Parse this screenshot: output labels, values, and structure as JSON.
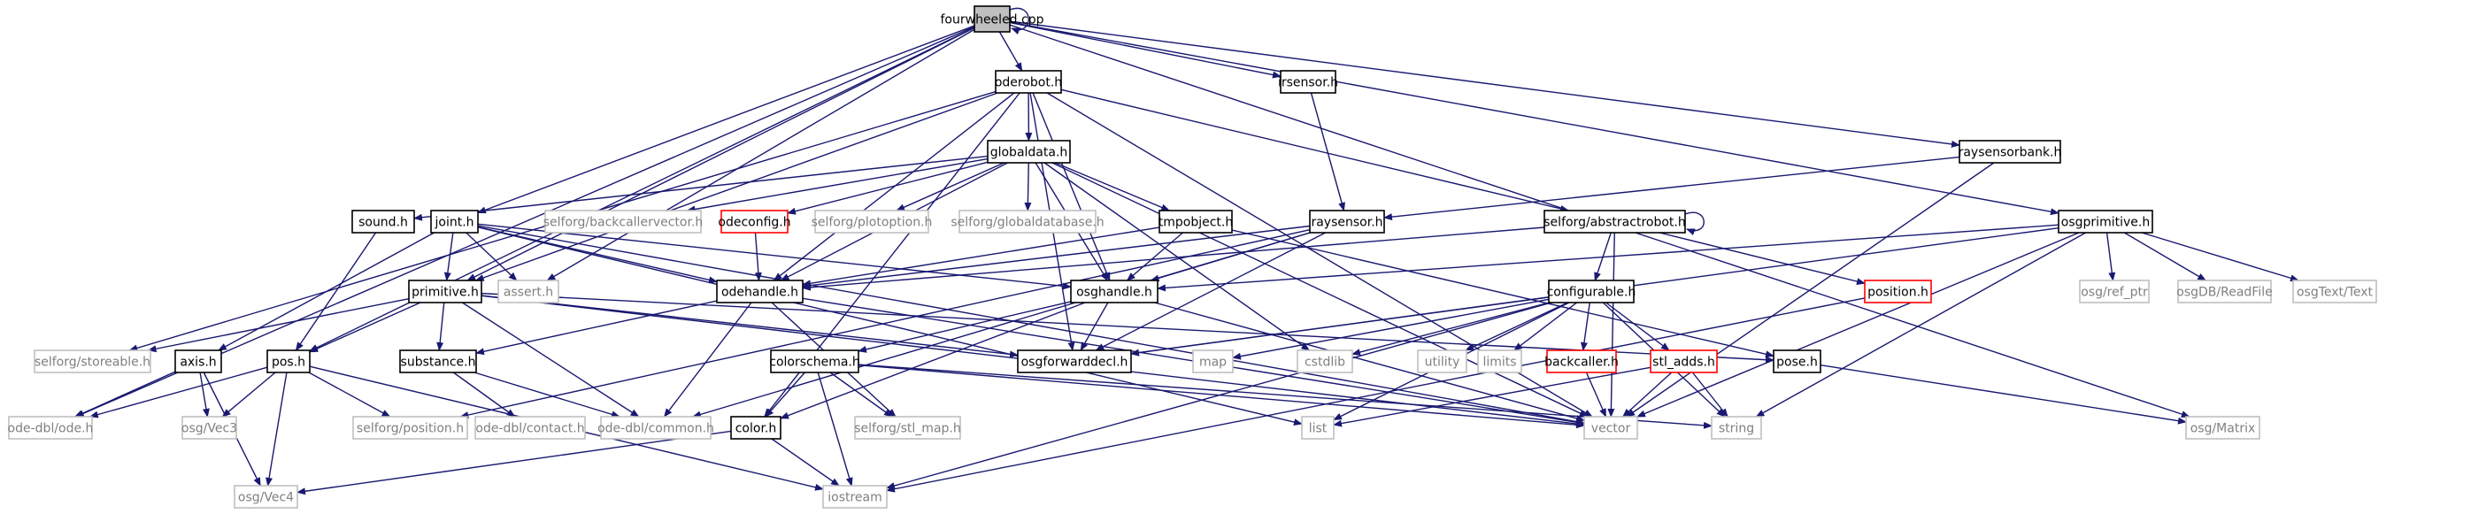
{
  "title": "fourwheeled.cpp",
  "colors": {
    "edge": "#191970",
    "root_fill": "#bfbfbf",
    "root_border": "#000000",
    "normal_border": "#000000",
    "external_border": "#bfbfbf",
    "external_text": "#7f7f7f",
    "missing_border": "#ff0000"
  },
  "nodes": [
    {
      "id": "fourwheeled",
      "label": "fourwheeled.cpp",
      "kind": "root"
    },
    {
      "id": "oderobot",
      "label": "oderobot.h",
      "kind": "normal"
    },
    {
      "id": "irsensor",
      "label": "irsensor.h",
      "kind": "normal"
    },
    {
      "id": "raysensorbank",
      "label": "raysensorbank.h",
      "kind": "normal"
    },
    {
      "id": "osgprimitive",
      "label": "osgprimitive.h",
      "kind": "normal"
    },
    {
      "id": "globaldata",
      "label": "globaldata.h",
      "kind": "normal"
    },
    {
      "id": "sound",
      "label": "sound.h",
      "kind": "normal"
    },
    {
      "id": "joint",
      "label": "joint.h",
      "kind": "normal"
    },
    {
      "id": "backcallervector",
      "label": "selforg/backcallervector.h",
      "kind": "external"
    },
    {
      "id": "odeconfig",
      "label": "odeconfig.h",
      "kind": "missing"
    },
    {
      "id": "plotoption",
      "label": "selforg/plotoption.h",
      "kind": "external"
    },
    {
      "id": "globaldatabase",
      "label": "selforg/globaldatabase.h",
      "kind": "external"
    },
    {
      "id": "tmpobject",
      "label": "tmpobject.h",
      "kind": "normal"
    },
    {
      "id": "raysensor",
      "label": "raysensor.h",
      "kind": "normal"
    },
    {
      "id": "abstractrobot",
      "label": "selforg/abstractrobot.h",
      "kind": "normal"
    },
    {
      "id": "position",
      "label": "position.h",
      "kind": "missing"
    },
    {
      "id": "ref_ptr",
      "label": "osg/ref_ptr",
      "kind": "external"
    },
    {
      "id": "readfile",
      "label": "osgDB/ReadFile",
      "kind": "external"
    },
    {
      "id": "osgtext",
      "label": "osgText/Text",
      "kind": "external"
    },
    {
      "id": "primitive",
      "label": "primitive.h",
      "kind": "normal"
    },
    {
      "id": "assert",
      "label": "assert.h",
      "kind": "external"
    },
    {
      "id": "odehandle",
      "label": "odehandle.h",
      "kind": "normal"
    },
    {
      "id": "osghandle",
      "label": "osghandle.h",
      "kind": "normal"
    },
    {
      "id": "configurable",
      "label": "configurable.h",
      "kind": "normal"
    },
    {
      "id": "storeable",
      "label": "selforg/storeable.h",
      "kind": "external"
    },
    {
      "id": "axis",
      "label": "axis.h",
      "kind": "normal"
    },
    {
      "id": "pos",
      "label": "pos.h",
      "kind": "normal"
    },
    {
      "id": "substance",
      "label": "substance.h",
      "kind": "normal"
    },
    {
      "id": "osgforwarddecl",
      "label": "osgforwarddecl.h",
      "kind": "normal"
    },
    {
      "id": "colorschema",
      "label": "colorschema.h",
      "kind": "normal"
    },
    {
      "id": "map",
      "label": "map",
      "kind": "external"
    },
    {
      "id": "cstdlib",
      "label": "cstdlib",
      "kind": "external"
    },
    {
      "id": "utility",
      "label": "utility",
      "kind": "external"
    },
    {
      "id": "limits",
      "label": "limits",
      "kind": "external"
    },
    {
      "id": "backcaller",
      "label": "backcaller.h",
      "kind": "missing"
    },
    {
      "id": "stl_adds",
      "label": "stl_adds.h",
      "kind": "missing"
    },
    {
      "id": "pose",
      "label": "pose.h",
      "kind": "normal"
    },
    {
      "id": "odeh",
      "label": "ode-dbl/ode.h",
      "kind": "external"
    },
    {
      "id": "vec3",
      "label": "osg/Vec3",
      "kind": "external"
    },
    {
      "id": "selfposition",
      "label": "selforg/position.h",
      "kind": "external"
    },
    {
      "id": "contact",
      "label": "ode-dbl/contact.h",
      "kind": "external"
    },
    {
      "id": "common",
      "label": "ode-dbl/common.h",
      "kind": "external"
    },
    {
      "id": "color",
      "label": "color.h",
      "kind": "normal"
    },
    {
      "id": "stl_map",
      "label": "selforg/stl_map.h",
      "kind": "external"
    },
    {
      "id": "list",
      "label": "list",
      "kind": "external"
    },
    {
      "id": "vector",
      "label": "vector",
      "kind": "external"
    },
    {
      "id": "string",
      "label": "string",
      "kind": "external"
    },
    {
      "id": "matrix",
      "label": "osg/Matrix",
      "kind": "external"
    },
    {
      "id": "vec4",
      "label": "osg/Vec4",
      "kind": "external"
    },
    {
      "id": "iostream",
      "label": "iostream",
      "kind": "external"
    }
  ],
  "edges": [
    [
      "fourwheeled",
      "fourwheeled"
    ],
    [
      "fourwheeled",
      "oderobot"
    ],
    [
      "fourwheeled",
      "irsensor"
    ],
    [
      "fourwheeled",
      "raysensorbank"
    ],
    [
      "fourwheeled",
      "osgprimitive"
    ],
    [
      "fourwheeled",
      "matrix"
    ],
    [
      "fourwheeled",
      "joint"
    ],
    [
      "fourwheeled",
      "primitive"
    ],
    [
      "fourwheeled",
      "pos"
    ],
    [
      "fourwheeled",
      "odeh"
    ],
    [
      "fourwheeled",
      "assert"
    ],
    [
      "oderobot",
      "globaldata"
    ],
    [
      "oderobot",
      "abstractrobot"
    ],
    [
      "oderobot",
      "odehandle"
    ],
    [
      "oderobot",
      "osghandle"
    ],
    [
      "oderobot",
      "storeable"
    ],
    [
      "oderobot",
      "vector"
    ],
    [
      "oderobot",
      "osgforwarddecl"
    ],
    [
      "oderobot",
      "color"
    ],
    [
      "oderobot",
      "primitive"
    ],
    [
      "irsensor",
      "raysensor"
    ],
    [
      "raysensorbank",
      "raysensor"
    ],
    [
      "raysensorbank",
      "vector"
    ],
    [
      "osgprimitive",
      "ref_ptr"
    ],
    [
      "osgprimitive",
      "readfile"
    ],
    [
      "osgprimitive",
      "osgtext"
    ],
    [
      "osgprimitive",
      "osghandle"
    ],
    [
      "osgprimitive",
      "osgforwarddecl"
    ],
    [
      "osgprimitive",
      "vector"
    ],
    [
      "osgprimitive",
      "string"
    ],
    [
      "globaldata",
      "sound"
    ],
    [
      "globaldata",
      "backcallervector"
    ],
    [
      "globaldata",
      "odeconfig"
    ],
    [
      "globaldata",
      "plotoption"
    ],
    [
      "globaldata",
      "globaldatabase"
    ],
    [
      "globaldata",
      "tmpobject"
    ],
    [
      "globaldata",
      "cstdlib"
    ],
    [
      "globaldata",
      "odehandle"
    ],
    [
      "globaldata",
      "osghandle"
    ],
    [
      "globaldata",
      "vector"
    ],
    [
      "sound",
      "pos"
    ],
    [
      "joint",
      "primitive"
    ],
    [
      "joint",
      "odehandle"
    ],
    [
      "joint",
      "osghandle"
    ],
    [
      "joint",
      "axis"
    ],
    [
      "joint",
      "assert"
    ],
    [
      "joint",
      "list"
    ],
    [
      "joint",
      "vector"
    ],
    [
      "odeconfig",
      "odehandle"
    ],
    [
      "tmpobject",
      "odehandle"
    ],
    [
      "tmpobject",
      "osghandle"
    ],
    [
      "tmpobject",
      "pose"
    ],
    [
      "raysensor",
      "odehandle"
    ],
    [
      "raysensor",
      "osghandle"
    ],
    [
      "raysensor",
      "osgforwarddecl"
    ],
    [
      "raysensor",
      "common"
    ],
    [
      "raysensor",
      "selfposition"
    ],
    [
      "abstractrobot",
      "abstractrobot"
    ],
    [
      "abstractrobot",
      "configurable"
    ],
    [
      "abstractrobot",
      "position"
    ],
    [
      "abstractrobot",
      "vector"
    ],
    [
      "abstractrobot",
      "odehandle"
    ],
    [
      "position",
      "iostream"
    ],
    [
      "primitive",
      "pos"
    ],
    [
      "primitive",
      "substance"
    ],
    [
      "primitive",
      "storeable"
    ],
    [
      "primitive",
      "osgforwarddecl"
    ],
    [
      "primitive",
      "pose"
    ],
    [
      "primitive",
      "common"
    ],
    [
      "primitive",
      "vector"
    ],
    [
      "odehandle",
      "common"
    ],
    [
      "odehandle",
      "vector"
    ],
    [
      "odehandle",
      "stl_map"
    ],
    [
      "odehandle",
      "substance"
    ],
    [
      "osghandle",
      "osgforwarddecl"
    ],
    [
      "osghandle",
      "colorschema"
    ],
    [
      "osghandle",
      "color"
    ],
    [
      "osghandle",
      "vector"
    ],
    [
      "configurable",
      "map"
    ],
    [
      "configurable",
      "cstdlib"
    ],
    [
      "configurable",
      "utility"
    ],
    [
      "configurable",
      "limits"
    ],
    [
      "configurable",
      "backcaller"
    ],
    [
      "configurable",
      "stl_adds"
    ],
    [
      "configurable",
      "list"
    ],
    [
      "configurable",
      "string"
    ],
    [
      "configurable",
      "iostream"
    ],
    [
      "configurable",
      "osgforwarddecl"
    ],
    [
      "axis",
      "odeh"
    ],
    [
      "axis",
      "vec3"
    ],
    [
      "axis",
      "vec4"
    ],
    [
      "pos",
      "odeh"
    ],
    [
      "pos",
      "vec3"
    ],
    [
      "pos",
      "selfposition"
    ],
    [
      "pos",
      "vec4"
    ],
    [
      "pos",
      "iostream"
    ],
    [
      "substance",
      "contact"
    ],
    [
      "substance",
      "common"
    ],
    [
      "colorschema",
      "color"
    ],
    [
      "colorschema",
      "stl_map"
    ],
    [
      "colorschema",
      "vector"
    ],
    [
      "colorschema",
      "string"
    ],
    [
      "colorschema",
      "iostream"
    ],
    [
      "backcaller",
      "vector"
    ],
    [
      "stl_adds",
      "list"
    ],
    [
      "stl_adds",
      "vector"
    ],
    [
      "stl_adds",
      "string"
    ],
    [
      "pose",
      "matrix"
    ],
    [
      "color",
      "vec4"
    ],
    [
      "color",
      "iostream"
    ]
  ]
}
